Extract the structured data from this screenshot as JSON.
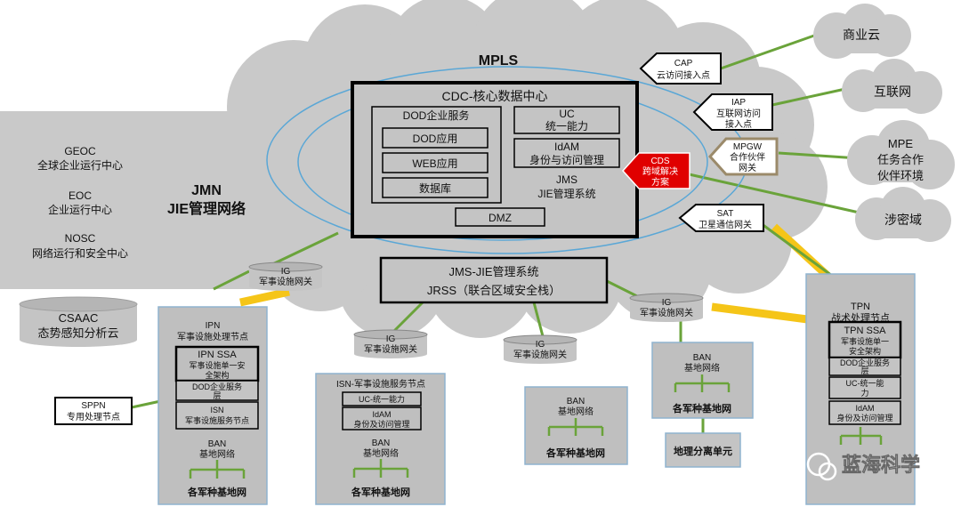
{
  "colors": {
    "cloud": "#c9c9c9",
    "cloud_edge": "#b9b9b9",
    "box_fill": "#c4c4c4",
    "link_green": "#6aa33a",
    "link_yellow": "#f5c518",
    "ellipse_blue": "#5aa7d6",
    "site_fill": "#bfbfbf",
    "site_border": "#8fb3cf",
    "cds_red": "#e00000",
    "mpgw_border": "#9b8a6a"
  },
  "mpls": "MPLS",
  "cdc": {
    "title": "CDC-核心数据中心",
    "dod_services": "DOD企业服务",
    "dod_app": "DOD应用",
    "web_app": "WEB应用",
    "database": "数据库",
    "uc_line1": "UC",
    "uc_line2": "统一能力",
    "idam_line1": "IdAM",
    "idam_line2": "身份与访问管理",
    "jms_line1": "JMS",
    "jms_line2": "JIE管理系统",
    "dmz": "DMZ"
  },
  "left_block": {
    "geoc_1": "GEOC",
    "geoc_2": "全球企业运行中心",
    "eoc_1": "EOC",
    "eoc_2": "企业运行中心",
    "nosc_1": "NOSC",
    "nosc_2": "网络运行和安全中心",
    "jmn_1": "JMN",
    "jmn_2": "JIE管理网络",
    "csaac_1": "CSAAC",
    "csaac_2": "态势感知分析云"
  },
  "gateways": {
    "cap_1": "CAP",
    "cap_2": "云访问接入点",
    "iap_1": "IAP",
    "iap_2": "互联网访问",
    "iap_3": "接入点",
    "mpgw_1": "MPGW",
    "mpgw_2": "合作伙伴",
    "mpgw_3": "网关",
    "cds_1": "CDS",
    "cds_2": "跨域解决",
    "cds_3": "方案",
    "sat_1": "SAT",
    "sat_2": "卫星通信网关"
  },
  "external": {
    "commercial_cloud": "商业云",
    "internet": "互联网",
    "mpe_1": "MPE",
    "mpe_2": "任务合作",
    "mpe_3": "伙伴环境",
    "classified": "涉密域"
  },
  "jms_jie": {
    "line1": "JMS-JIE管理系统",
    "line2": "JRSS（联合区域安全栈）"
  },
  "ig": {
    "line1": "IG",
    "line2": "军事设施网关"
  },
  "ipn": {
    "title_1": "IPN",
    "title_2": "军事设施处理节点",
    "ssa_1": "IPN SSA",
    "ssa_2": "军事设施单一安",
    "ssa_3": "全架构",
    "dod_1": "DOD企业服务",
    "dod_2": "层",
    "isn_1": "ISN",
    "isn_2": "军事设施服务节点"
  },
  "sppn": {
    "line1": "SPPN",
    "line2": "专用处理节点"
  },
  "isn_site": {
    "title": "ISN-军事设施服务节点",
    "uc": "UC-统一能力",
    "idam_1": "IdAM",
    "idam_2": "身份及访问管理"
  },
  "ban": {
    "line1": "BAN",
    "line2": "基地网络",
    "base": "各军种基地网"
  },
  "geo_unit": "地理分离单元",
  "tpn": {
    "title_1": "TPN",
    "title_2": "战术处理节点",
    "ssa_1": "TPN SSA",
    "ssa_2": "军事设施单一",
    "ssa_3": "安全架构",
    "dod_1": "DOD企业服务",
    "dod_2": "层",
    "uc_1": "UC-统一能",
    "uc_2": "力",
    "idam_1": "IdAM",
    "idam_2": "身份及访问管理"
  },
  "watermark": "蓝海科学"
}
